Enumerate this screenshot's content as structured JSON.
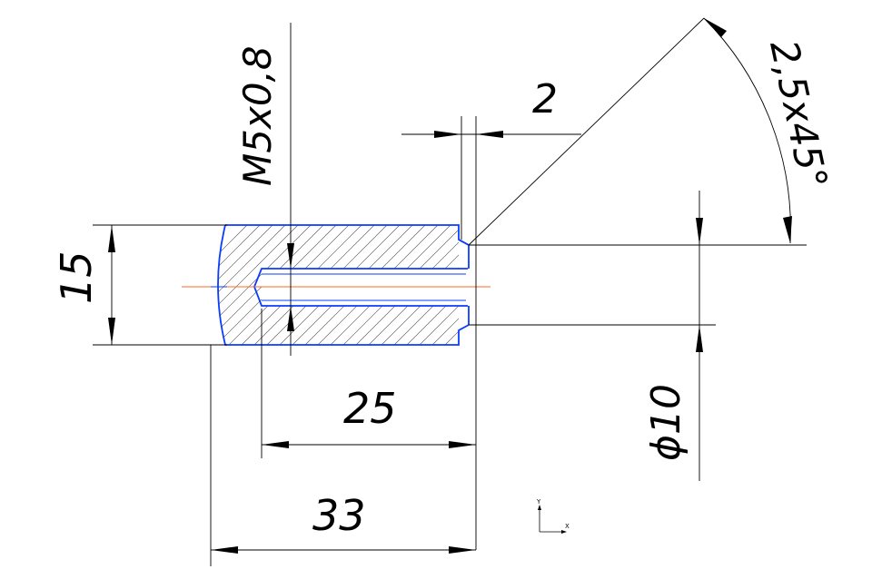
{
  "dimensions": {
    "thread": "M5x0,8",
    "chamfer_length": "2",
    "chamfer_spec": "2,5x45°",
    "height": "15",
    "bore_depth": "25",
    "overall_length": "33",
    "diameter": "ϕ10"
  },
  "axis_indicator": {
    "y_label": "Y",
    "x_label": "X"
  },
  "colors": {
    "contour": "#0a3cff",
    "centerline": "#ff6a2a",
    "dimension": "#000000",
    "hatch": "#4a4a4a"
  }
}
